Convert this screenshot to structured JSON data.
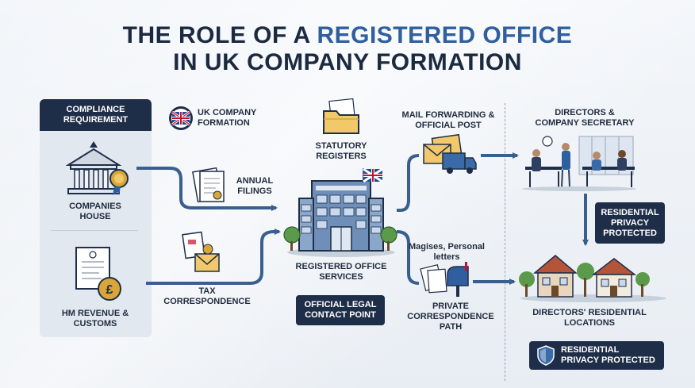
{
  "title": {
    "line1_pre": "THE ROLE OF A ",
    "line1_highlight": "REGISTERED OFFICE",
    "line2": "IN UK COMPANY FORMATION"
  },
  "compliance_header": "COMPLIANCE REQUIREMENT",
  "uk_company_formation": "UK COMPANY FORMATION",
  "companies_house": "COMPANIES HOUSE",
  "hmrc": "HM REVENUE & CUSTOMS",
  "annual_filings": "ANNUAL FILINGS",
  "tax_correspondence": "TAX CORRESPONDENCE",
  "statutory_registers": "STATUTORY REGISTERS",
  "registered_office_services": "REGISTERED OFFICE SERVICES",
  "official_contact": "OFFICIAL LEGAL CONTACT POINT",
  "mail_forwarding": "MAIL FORWARDING & OFFICIAL POST",
  "personal_letters": "Magises, Personal letters",
  "private_path": "PRIVATE CORRESPONDENCE PATH",
  "directors_secretary": "DIRECTORS & COMPANY SECRETARY",
  "privacy_protected_1": "RESIDENTIAL PRIVACY PROTECTED",
  "directors_residential": "DIRECTORS' RESIDENTIAL LOCATIONS",
  "privacy_protected_2": "RESIDENTIAL PRIVACY PROTECTED",
  "icons": {
    "uk_flag": "uk-flag-badge-icon",
    "folder": "folder-icon",
    "building": "office-building-icon",
    "envelope": "envelope-icon",
    "truck": "delivery-truck-icon",
    "mailbox": "mailbox-icon",
    "shield": "shield-icon",
    "houses": "houses-icon",
    "meeting": "meeting-icon"
  },
  "colors": {
    "navy": "#1f2e48",
    "accent_blue": "#2f5f9e",
    "arrow": "#3a5f8f"
  }
}
